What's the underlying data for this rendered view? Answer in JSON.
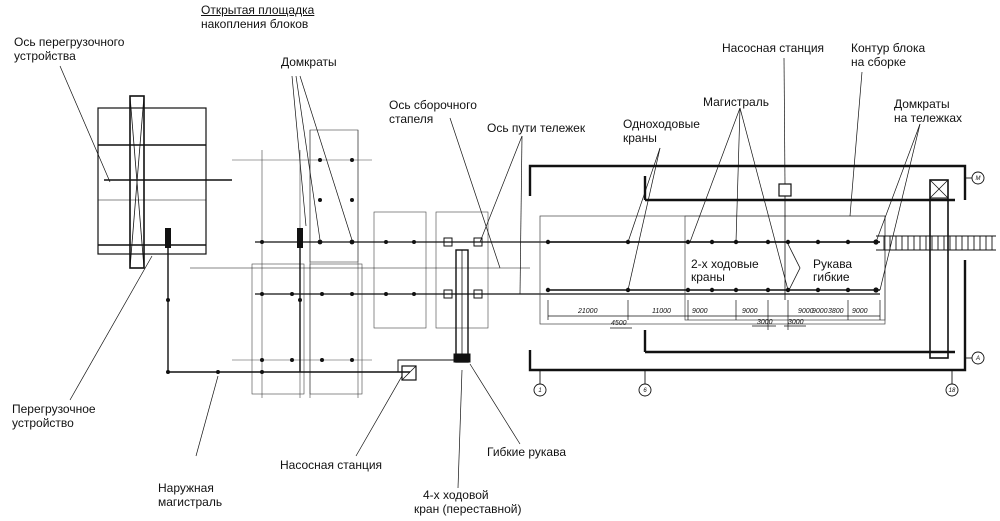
{
  "labels": {
    "title_line1": "Открытая площадка",
    "title_line2": "накопления блоков",
    "transfer_axis_1": "Ось перегрузочного",
    "transfer_axis_2": "устройства",
    "jacks": "Домкраты",
    "assembly_axis_1": "Ось сборочного",
    "assembly_axis_2": "стапеля",
    "cart_track_axis": "Ось пути тележек",
    "single_cranes_1": "Одноходовые",
    "single_cranes_2": "краны",
    "main_line": "Магистраль",
    "pump_station_top": "Насосная станция",
    "block_contour_1": "Контур блока",
    "block_contour_2": "на сборке",
    "jacks_carts_1": "Домкраты",
    "jacks_carts_2": "на тележках",
    "two_way_cranes_1": "2-х ходовые",
    "two_way_cranes_2": "краны",
    "flex_hoses_inner_1": "Рукава",
    "flex_hoses_inner_2": "гибкие",
    "transfer_device_1": "Перегрузочное",
    "transfer_device_2": "устройство",
    "pump_station_bottom": "Насосная станция",
    "flex_hoses_bottom": "Гибкие рукава",
    "outer_main_1": "Наружная",
    "outer_main_2": "магистраль",
    "four_way_crane_1": "4-х ходовой",
    "four_way_crane_2": "кран (переставной)"
  },
  "dimensions": {
    "d1": "21000",
    "d2": "4500",
    "d3": "11000",
    "d4": "9000",
    "d5": "9000",
    "d6": "3000",
    "d7": "9000",
    "d8": "3000",
    "d9": "9000",
    "d10": "3800",
    "d11": "9000"
  },
  "axis_marks": {
    "a1": "1",
    "a2": "6",
    "a3": "18",
    "aM": "М",
    "aA": "А"
  },
  "colors": {
    "line": "#111111",
    "thin": "#444444",
    "background": "#ffffff"
  }
}
